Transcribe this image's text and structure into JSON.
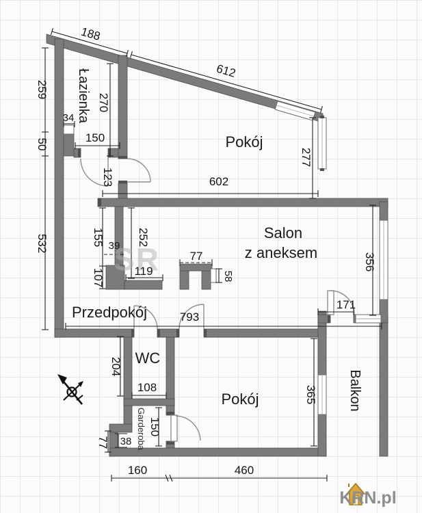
{
  "plan": {
    "rooms": {
      "bathroom": "Łazienka",
      "top_room": "Pokój",
      "salon_line1": "Salon",
      "salon_line2": "z aneksem",
      "hall": "Przedpokój",
      "wc": "WC",
      "wardrobe": "Garderoba",
      "bottom_room": "Pokój",
      "balcony": "Balkon"
    },
    "dims": {
      "top_seg1": "188",
      "top_seg2": "612",
      "left_top": "259",
      "left_small": "50",
      "left_main": "532",
      "bath_shaft": "34",
      "bath_h": "270",
      "bath_w": "150",
      "bath_door": "123",
      "top_room_w": "602",
      "top_room_right_h": "277",
      "col_upper": "155",
      "col_lower": "107",
      "col_width": "39",
      "salon_west_h": "252",
      "kitchen_bar": "119",
      "duct_w": "77",
      "duct_d": "58",
      "hall_total_w": "793",
      "balcony_door_w": "171",
      "salon_east_h": "356",
      "wc_h": "204",
      "wc_w": "108",
      "wardrobe_h": "150",
      "niche_w": "38",
      "niche_h": "77",
      "bottom_room_h": "365",
      "bottom_seg1": "160",
      "bottom_seg2": "460"
    },
    "watermark": "SR",
    "logo_text": "KRN.pl",
    "colors": {
      "wall": "#7b7b7b",
      "wall_edge": "#4f4f4f",
      "dimension_text": "#141414",
      "logo_text": "#8d8d8d",
      "logo_house": "#dfa63e",
      "grid_line": "#e7e7ea"
    }
  }
}
